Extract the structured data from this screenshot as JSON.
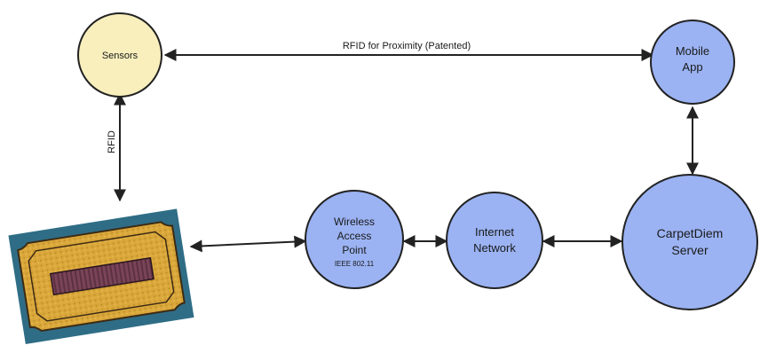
{
  "nodes": {
    "sensors": {
      "label": "Sensors"
    },
    "mobile_app": {
      "line1": "Mobile",
      "line2": "App"
    },
    "wireless_ap": {
      "line1": "Wireless",
      "line2": "Access",
      "line3": "Point",
      "line4": "IEEE 802.11"
    },
    "internet": {
      "line1": "Internet",
      "line2": "Network"
    },
    "server": {
      "line1": "CarpetDiem",
      "line2": "Server"
    }
  },
  "edges": {
    "sensors_mobile": "RFID for Proximity (Patented)",
    "sensors_carpet": "RFID"
  },
  "colors": {
    "sensor_fill": "#f8efbd",
    "node_fill": "#9bb3f3",
    "stroke": "#222222",
    "carpet_bg": "#2f6d86",
    "carpet_gold": "#d9a73a",
    "carpet_center": "#7a4458"
  }
}
